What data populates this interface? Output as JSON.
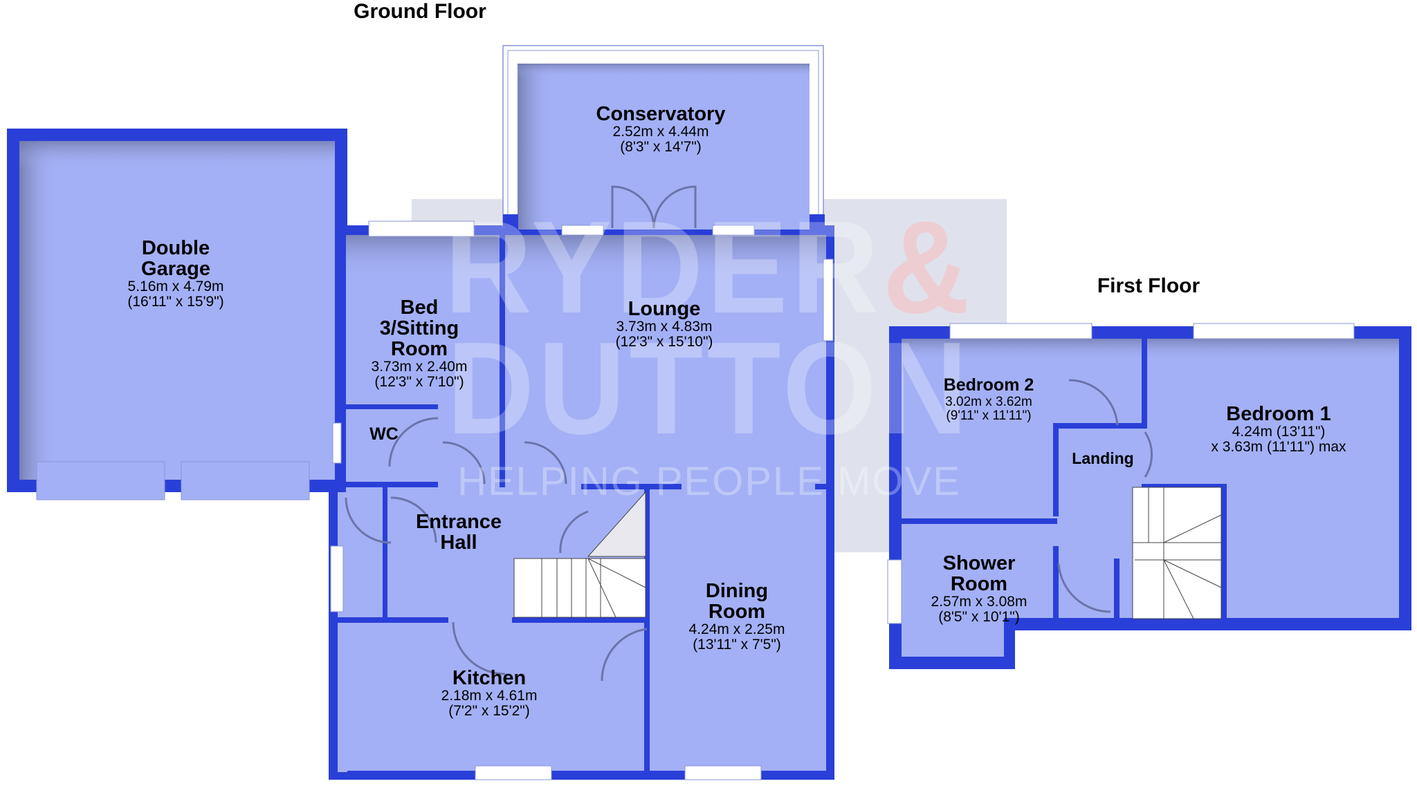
{
  "floors": {
    "ground": {
      "title": "Ground Floor",
      "rooms": {
        "double_garage": {
          "name_line1": "Double",
          "name_line2": "Garage",
          "metric": "5.16m x 4.79m",
          "imperial": "(16'11\" x 15'9\")"
        },
        "conservatory": {
          "name": "Conservatory",
          "metric": "2.52m x 4.44m",
          "imperial": "(8'3\" x 14'7\")"
        },
        "bed3_sitting": {
          "name_line1": "Bed",
          "name_line2": "3/Sitting",
          "name_line3": "Room",
          "metric": "3.73m x 2.40m",
          "imperial": "(12'3\" x 7'10\")"
        },
        "lounge": {
          "name": "Lounge",
          "metric": "3.73m x 4.83m",
          "imperial": "(12'3\" x 15'10\")"
        },
        "wc": {
          "name": "WC"
        },
        "entrance_hall": {
          "name_line1": "Entrance",
          "name_line2": "Hall"
        },
        "dining_room": {
          "name_line1": "Dining",
          "name_line2": "Room",
          "metric": "4.24m x 2.25m",
          "imperial": "(13'11\" x 7'5\")"
        },
        "kitchen": {
          "name": "Kitchen",
          "metric": "2.18m x 4.61m",
          "imperial": "(7'2\" x 15'2\")"
        }
      }
    },
    "first": {
      "title": "First Floor",
      "rooms": {
        "bedroom2": {
          "name": "Bedroom 2",
          "metric": "3.02m x 3.62m",
          "imperial": "(9'11\" x 11'11\")"
        },
        "landing": {
          "name": "Landing"
        },
        "bedroom1": {
          "name": "Bedroom 1",
          "line1": "4.24m (13'11\")",
          "line2": "x 3.63m (11'11\") max"
        },
        "shower_room": {
          "name_line1": "Shower",
          "name_line2": "Room",
          "metric": "2.57m x 3.08m",
          "imperial": "(8'5\" x 10'1\")"
        }
      }
    }
  },
  "watermark": {
    "line1": "RYDER",
    "ampersand": "&",
    "line2": "DUTTON",
    "tagline": "HELPING PEOPLE MOVE"
  },
  "colors": {
    "wall": "#2a3fd8",
    "floor": "#a3b0f5",
    "watermark_panel": "#dfe2ec",
    "ampersand": "#f2b7b7"
  }
}
